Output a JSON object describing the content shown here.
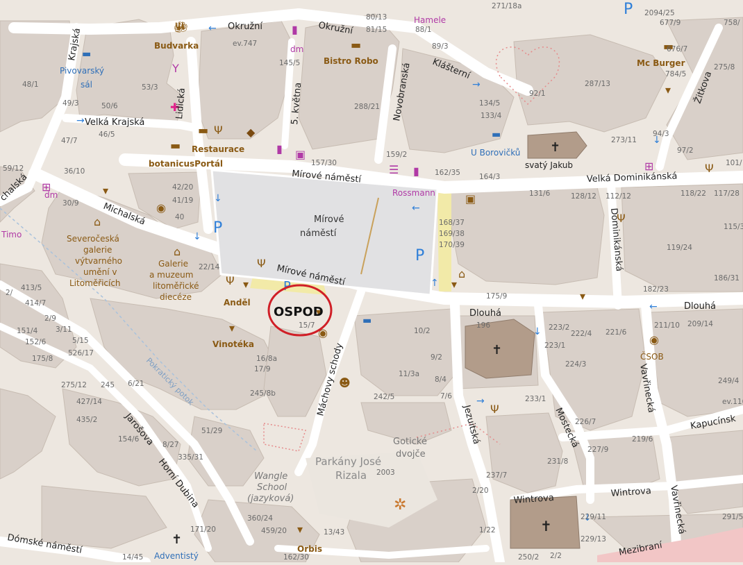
{
  "streets": {
    "okruzni_a": "Okružní",
    "okruzni_b": "Okružní",
    "krajska": "Krajská",
    "velka_krajska": "Velká Krajská",
    "lidicka": "Lidická",
    "kvetna": "5. května",
    "novobranska": "Novobranská",
    "klasterni": "Klášterní",
    "zitkova": "Žitkova",
    "mirove_namesti_top": "Mírové náměstí",
    "mirove_namesti_bottom": "Mírové náměstí",
    "velka_dominikanska": "Velká Dominikánská",
    "michalska": "Michalská",
    "michalska_edge": "chalská",
    "dominikanska": "Dominikánská",
    "dlouha_a": "Dlouhá",
    "dlouha_b": "Dlouhá",
    "machovy_schody": "Máchovy schody",
    "jezuitska": "Jezuitská",
    "mostecka": "Mostecká",
    "vavrinecka_a": "Vavřinecká",
    "vavrinecka_b": "Vavřinecká",
    "kapucinska": "Kapucínsk",
    "jarosova": "Jarošova",
    "horni_dubina": "Horní Dubina",
    "wintrova_a": "Wintrova",
    "wintrova_b": "Wintrova",
    "domske_namesti": "Dómské náměstí",
    "mezibrani": "Mezibraní",
    "pokratecky_potok": "Pokratický potok"
  },
  "square_label": [
    "Mírové",
    "náměstí"
  ],
  "place_label": [
    "Parkány José",
    "Rizala"
  ],
  "pois": {
    "budvarka": "Budvarka",
    "bistro_robo": "Bistro Robo",
    "mc_burger": "Mc Burger",
    "restaurace": "Restaurace",
    "botanicus": "botanicusPortál",
    "hamele": "Hamele",
    "dm": "dm",
    "rossmann": "Rossmann",
    "dm_edge": "dm",
    "timo": "Timo",
    "u_borovicku": "U Borovičků",
    "svaty_jakub": "svatý Jakub",
    "andel": "Anděl",
    "vinoteka": "Vinotéka",
    "csob": "ČSOB",
    "orbis": "Orbis",
    "adventisty": "Adventistý",
    "goticke": [
      "Gotické",
      "dvojče"
    ],
    "pivovarsky": [
      "Pivovarský",
      "sál"
    ],
    "severoceska": [
      "Severočeská",
      "galerie",
      "výtvarného",
      "umění v",
      "Litoměřicích"
    ],
    "galerie": [
      "Galerie",
      "a muzeum",
      "litoměřické",
      "diecéze"
    ],
    "wangle": [
      "Wangle",
      "School",
      "(jazyková)"
    ]
  },
  "house_numbers": [
    "80/13",
    "81/15",
    "88/1",
    "271/18a",
    "2094/25",
    "677/9",
    "758/",
    "676/7",
    "784/5",
    "275/8",
    "89/3",
    "287/13",
    "92/1",
    "134/5",
    "133/4",
    "94/3",
    "273/11",
    "97/2",
    "101/",
    "ev.747",
    "145/5",
    "48/1",
    "53/3",
    "49/3",
    "50/6",
    "288/21",
    "46/5",
    "47/7",
    "159/2",
    "157/30",
    "162/35",
    "164/3",
    "59/12",
    "36/10",
    "42/20",
    "41/19",
    "40",
    "30/9",
    "131/6",
    "128/12",
    "112/12",
    "118/22",
    "117/28",
    "168/37",
    "169/38",
    "170/39",
    "115/3",
    "119/24",
    "22/14",
    "186/31",
    "175/9",
    "182/23",
    "196",
    "223/2",
    "222/4",
    "221/6",
    "211/10",
    "209/14",
    "223/1",
    "224/3",
    "413/5",
    "414/7",
    "2/9",
    "3/11",
    "151/4",
    "152/6",
    "5/15",
    "526/17",
    "175/8",
    "15/7",
    "10/2",
    "9/2",
    "16/8a",
    "17/9",
    "11/3a",
    "8/4",
    "7/6",
    "245/8b",
    "242/5",
    "233/1",
    "275/12",
    "245",
    "6/21",
    "427/14",
    "435/2",
    "154/6",
    "8/27",
    "51/29",
    "335/31",
    "226/7",
    "219/6",
    "227/9",
    "231/8",
    "237/7",
    "2003",
    "2/20",
    "360/24",
    "459/20",
    "13/43",
    "171/20",
    "1/22",
    "229/11",
    "229/13",
    "291/5",
    "2/",
    "162/30",
    "14/45",
    "2/2",
    "250/2",
    "249/4",
    "ev.116",
    "ev.11"
  ],
  "annotation": "OSPOD",
  "colors": {
    "background": "#ede7e0",
    "building": "#d9d0c9",
    "building_edge": "#c7bcb2",
    "road": "#ffffff",
    "square": "#e1e1e3",
    "church": "#b29c8a",
    "highlight": "#f2eaa8",
    "annotation_circle": "#d01f27",
    "primary_road": "#f2c6c6",
    "poi_brown": "#8a5a14",
    "poi_purple": "#b03aa6",
    "poi_blue": "#2f6fb8"
  },
  "icons": [
    "beer-icon",
    "cocktail-icon",
    "coffee-icon",
    "burger-icon",
    "museum-icon",
    "cinema-icon",
    "pharmacy-icon",
    "cosmetics-icon",
    "bank-icon",
    "church-cross-icon",
    "parking-icon",
    "theatre-icon",
    "bed-icon",
    "arrow-icon",
    "book-icon",
    "tv-icon"
  ]
}
